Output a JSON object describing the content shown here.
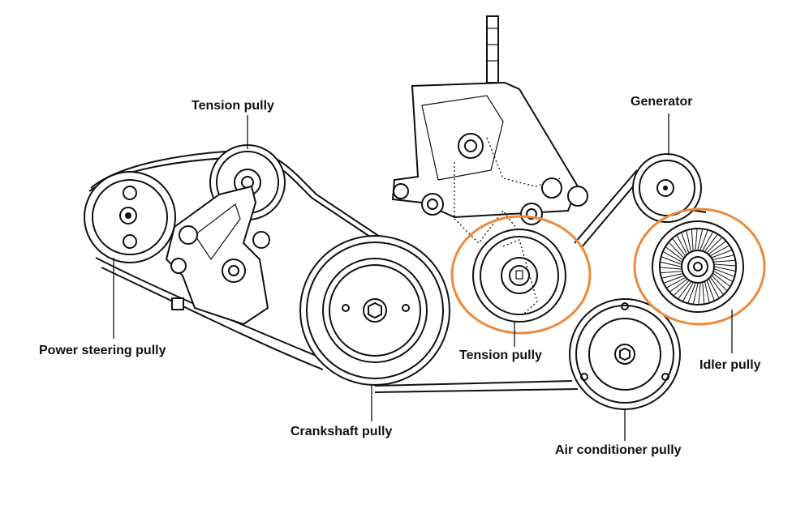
{
  "labels": {
    "tension_pully_top": "Tension pully",
    "generator": "Generator",
    "power_steering_pully": "Power steering pully",
    "tension_pully_bottom": "Tension pully",
    "idler_pully": "Idler pully",
    "crankshaft_pully": "Crankshaft pully",
    "air_conditioner_pully": "Air conditioner pully"
  },
  "colors": {
    "highlight": "#ED8A3A",
    "ink": "#111111",
    "background": "#ffffff"
  }
}
